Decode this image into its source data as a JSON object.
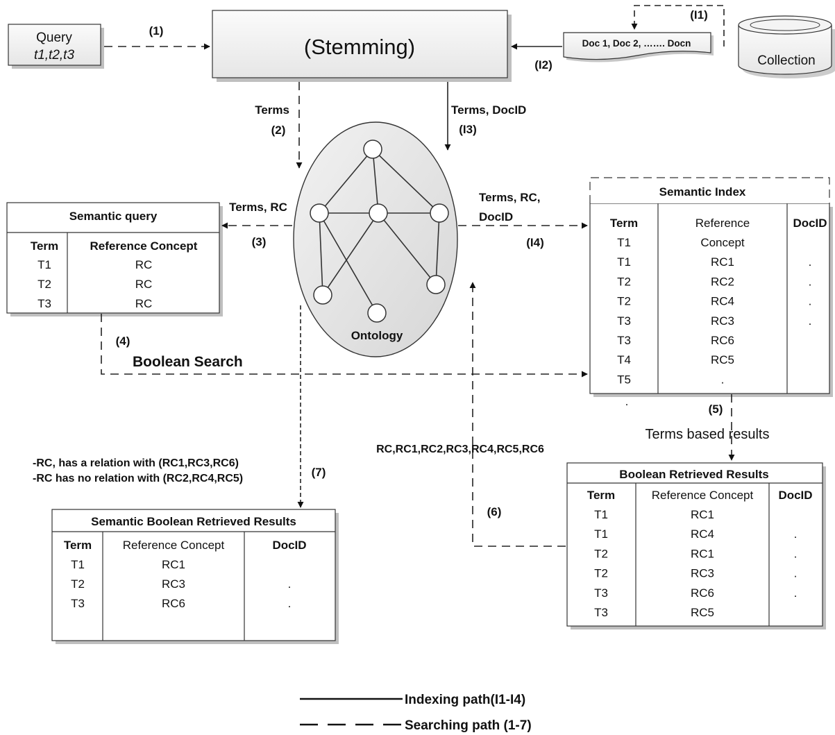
{
  "query": {
    "title": "Query",
    "terms": "t1,t2,t3"
  },
  "stemming": {
    "label": "(Stemming)"
  },
  "docs": {
    "label": "Doc 1, Doc 2, ……. Docn"
  },
  "collection": {
    "label": "Collection"
  },
  "ontology": {
    "label": "Ontology"
  },
  "steps": {
    "s1": "(1)",
    "s2": "(2)",
    "s3": "(3)",
    "s4": "(4)",
    "s5": "(5)",
    "s6": "(6)",
    "s7": "(7)",
    "i1": "(I1)",
    "i2": "(I2)",
    "i3": "(I3)",
    "i4": "(I4)"
  },
  "edge_labels": {
    "terms": "Terms",
    "terms_docid": "Terms, DocID",
    "terms_rc": "Terms,  RC",
    "terms_rc_docid_1": "Terms,  RC,",
    "terms_rc_docid_2": "DocID",
    "boolean_search": "Boolean Search",
    "terms_based_results": "Terms based results",
    "rc_list": "RC,RC1,RC2,RC3,RC4,RC5,RC6",
    "relation_1": "-RC, has a relation with (RC1,RC3,RC6)",
    "relation_2": "-RC has no relation  with (RC2,RC4,RC5)",
    "index_dot": "."
  },
  "semantic_query": {
    "title": "Semantic query",
    "headers": [
      "Term",
      "Reference Concept"
    ],
    "rows": [
      [
        "T1",
        "RC"
      ],
      [
        "T2",
        "RC"
      ],
      [
        "T3",
        "RC"
      ]
    ]
  },
  "semantic_index": {
    "title": "Semantic Index",
    "headers": [
      "Term",
      "Reference",
      "DocID"
    ],
    "rows": [
      [
        "T1",
        "Concept",
        ""
      ],
      [
        "T1",
        "RC1",
        "."
      ],
      [
        "T2",
        "RC2",
        "."
      ],
      [
        "T2",
        "RC4",
        "."
      ],
      [
        "T3",
        "RC3",
        "."
      ],
      [
        "T3",
        "RC6",
        ""
      ],
      [
        "T4",
        "RC5",
        ""
      ],
      [
        "T5",
        ".",
        ""
      ]
    ]
  },
  "boolean_results": {
    "title": "Boolean Retrieved Results",
    "headers": [
      "Term",
      "Reference Concept",
      "DocID"
    ],
    "rows": [
      [
        "T1",
        "RC1",
        ""
      ],
      [
        "T1",
        "RC4",
        "."
      ],
      [
        "T2",
        "RC1",
        "."
      ],
      [
        "T2",
        "RC3",
        "."
      ],
      [
        "T3",
        "RC6",
        "."
      ],
      [
        "T3",
        "RC5",
        ""
      ]
    ]
  },
  "semantic_results": {
    "title": "Semantic Boolean Retrieved Results",
    "headers": [
      "Term",
      "Reference Concept",
      "DocID"
    ],
    "rows": [
      [
        "T1",
        "RC1",
        ""
      ],
      [
        "T2",
        "RC3",
        "."
      ],
      [
        "T3",
        "RC6",
        "."
      ]
    ]
  },
  "legend": {
    "indexing": "Indexing path(I1-I4)",
    "searching": "Searching  path (1-7)"
  }
}
